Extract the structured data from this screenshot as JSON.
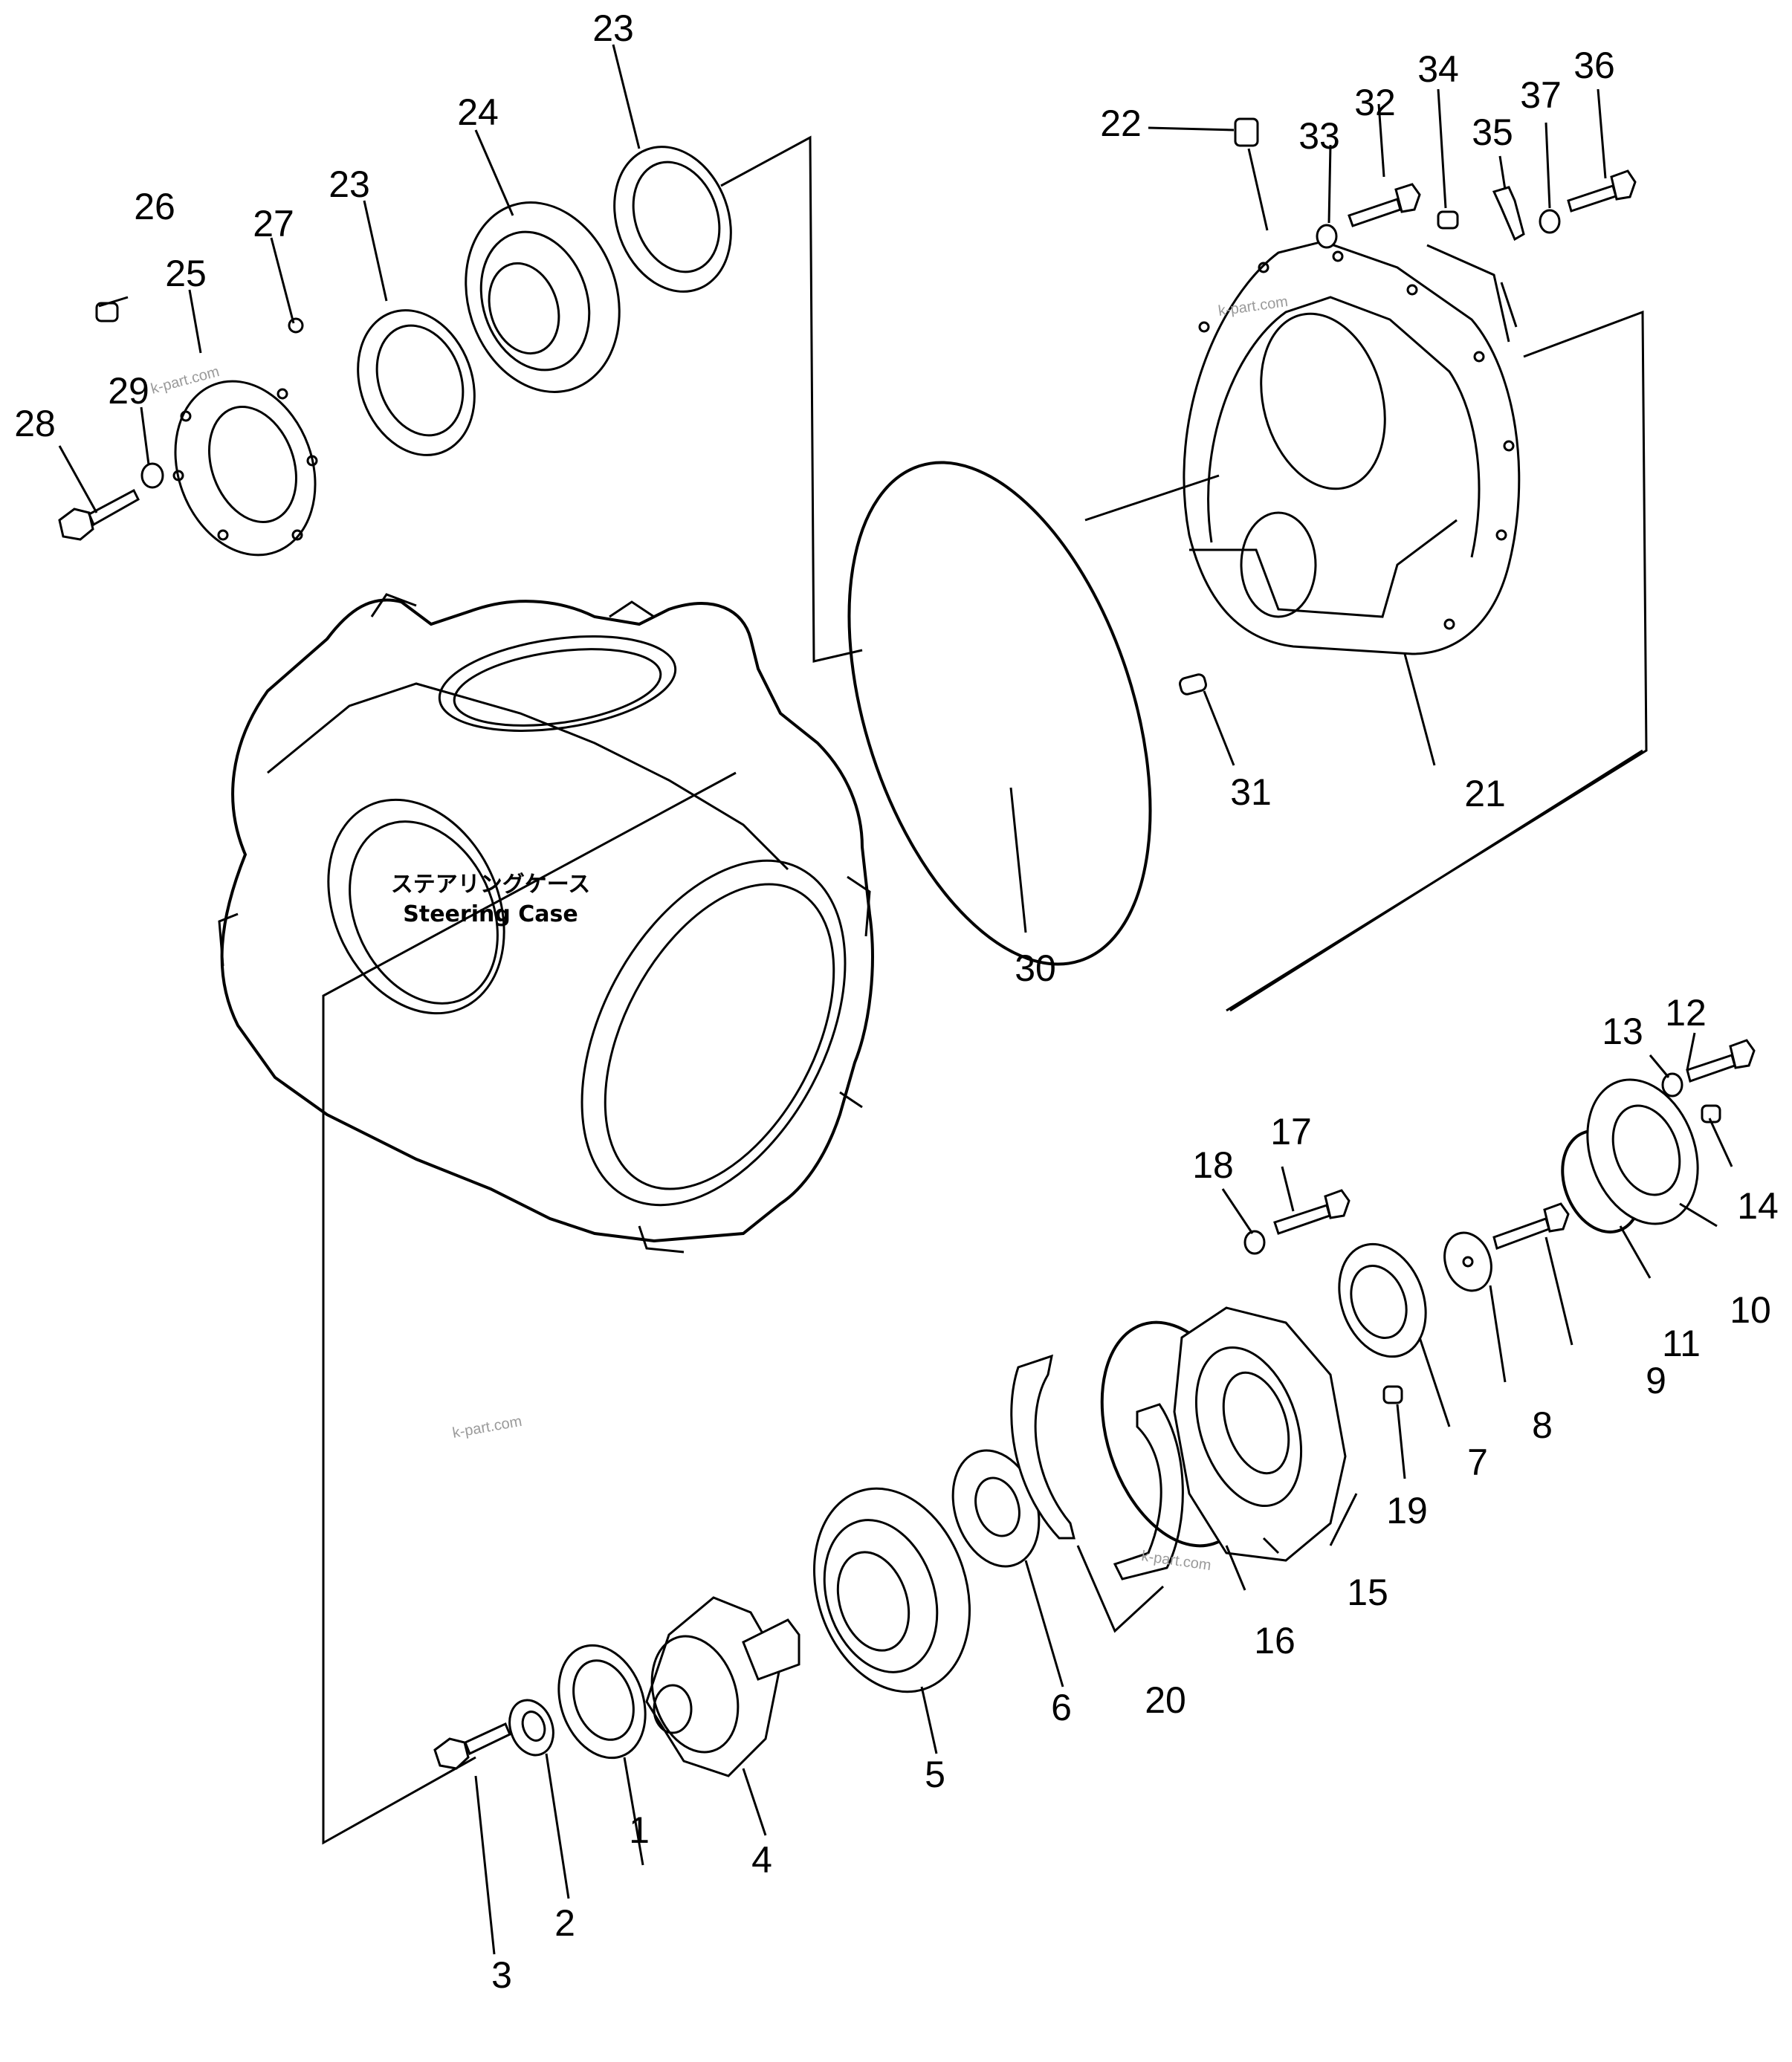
{
  "diagram": {
    "case_label_jp": "ステアリングケース",
    "case_label_en": "Steering  Case",
    "watermarks": [
      "k-part.com",
      "k-part.com",
      "k-part.com",
      "k-part.com"
    ],
    "part_numbers": {
      "p1": "1",
      "p2": "2",
      "p3": "3",
      "p4": "4",
      "p5": "5",
      "p6": "6",
      "p7": "7",
      "p8": "8",
      "p9": "9",
      "p10": "10",
      "p11": "11",
      "p12": "12",
      "p13": "13",
      "p14": "14",
      "p15": "15",
      "p16": "16",
      "p17": "17",
      "p18": "18",
      "p19": "19",
      "p20": "20",
      "p21": "21",
      "p22": "22",
      "p23a": "23",
      "p23b": "23",
      "p24": "24",
      "p25": "25",
      "p26": "26",
      "p27": "27",
      "p28": "28",
      "p29": "29",
      "p30": "30",
      "p31": "31",
      "p32": "32",
      "p33": "33",
      "p34": "34",
      "p35": "35",
      "p36": "36",
      "p37": "37"
    }
  }
}
